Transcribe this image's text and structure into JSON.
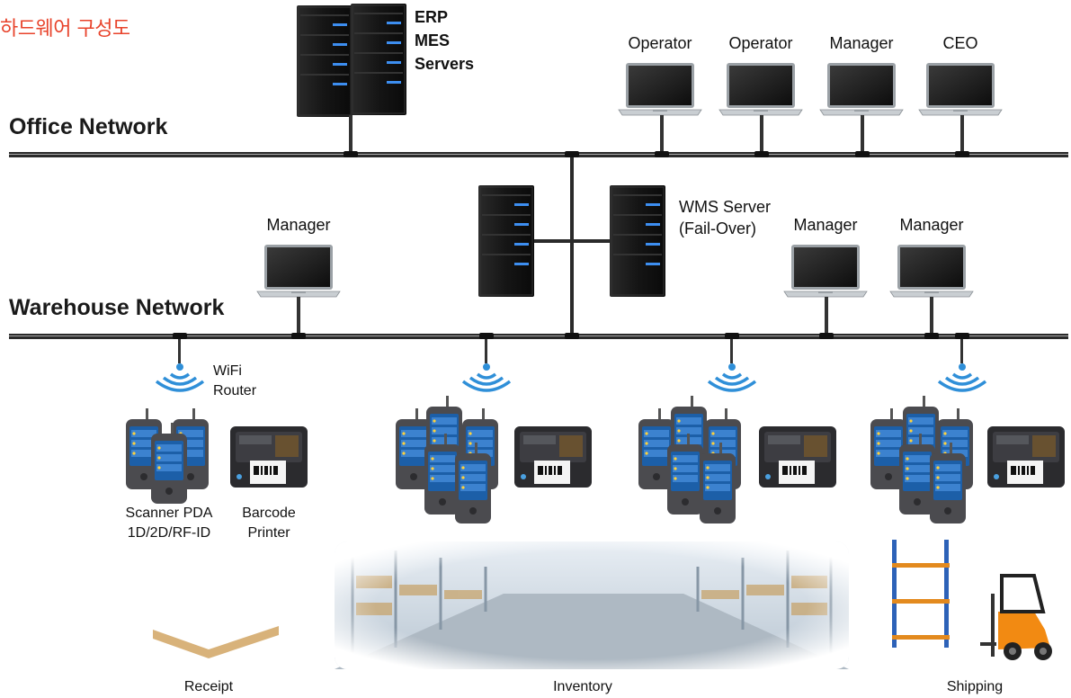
{
  "title": "하드웨어 구성도",
  "networks": {
    "office": "Office Network",
    "warehouse": "Warehouse Network"
  },
  "office": {
    "servers_label": [
      "ERP",
      "MES",
      "Servers"
    ],
    "laptops": [
      "Operator",
      "Operator",
      "Manager",
      "CEO"
    ]
  },
  "warehouse": {
    "wms_label": [
      "WMS Server",
      "(Fail-Over)"
    ],
    "laptops": [
      "Manager",
      "Manager",
      "Manager"
    ],
    "wifi_label": [
      "WiFi",
      "Router"
    ],
    "pda_label": [
      "Scanner PDA",
      "1D/2D/RF-ID"
    ],
    "printer_label": [
      "Barcode",
      "Printer"
    ]
  },
  "zones": [
    "Receipt",
    "Inventory",
    "Shipping"
  ]
}
